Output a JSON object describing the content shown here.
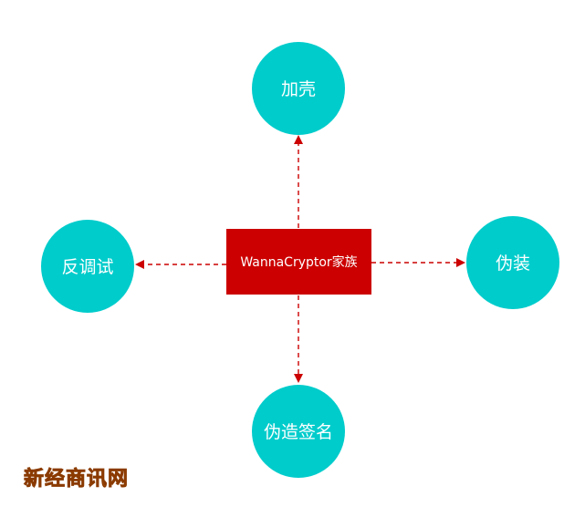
{
  "diagram": {
    "center": {
      "label": "WannaCryptor家族",
      "color": "#cc0000"
    },
    "nodes": {
      "top": {
        "label": "加壳"
      },
      "left": {
        "label": "反调试"
      },
      "right": {
        "label": "伪装"
      },
      "bottom": {
        "label": "伪造签名"
      }
    },
    "colors": {
      "node_fill": "#00cccc",
      "arrow": "#cc0000"
    }
  },
  "watermark": {
    "text": "新经商讯网",
    "fill": "#e07a00",
    "stroke": "#8a3a00"
  }
}
